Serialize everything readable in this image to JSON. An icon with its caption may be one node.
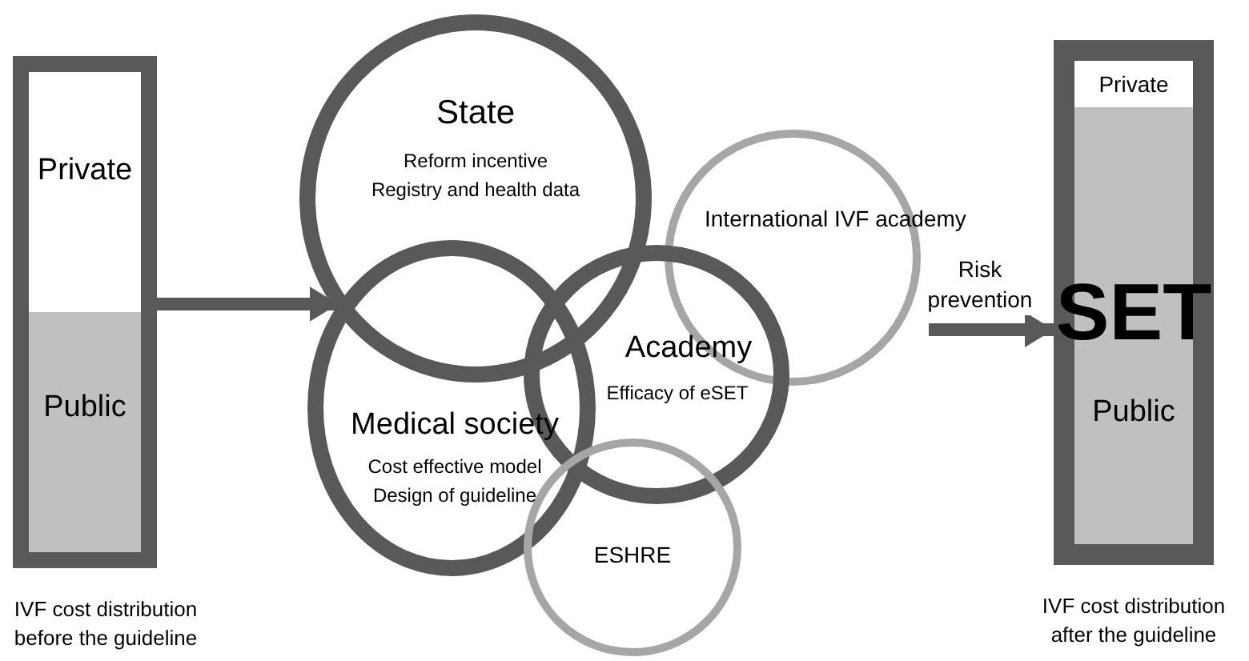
{
  "diagram": {
    "nodes": [
      {
        "text": [],
        "shape": "bar",
        "beside": [
          "IVF cost distribution before the guideline"
        ]
      },
      {
        "text": [
          "Private"
        ],
        "in": 0
      },
      {
        "text": [
          "Public"
        ],
        "in": 0
      },
      {
        "text": [
          "State",
          "Reform incentive",
          "Registry and health data"
        ]
      },
      {
        "text": [
          "International IVF academy"
        ]
      },
      {
        "text": [
          "Medical society",
          "Cost effective model",
          "Design of guideline"
        ]
      },
      {
        "text": [
          "Academy",
          "Efficacy of eSET"
        ]
      },
      {
        "text": [
          "ESHRE"
        ]
      },
      {
        "text": [],
        "shape": "bar",
        "beside": [
          "IVF cost distribution after the guideline"
        ]
      },
      {
        "text": [
          "Private"
        ],
        "in": 8
      },
      {
        "text": [
          "SET",
          "Public"
        ],
        "in": 8
      }
    ],
    "edges": [
      {
        "from": 0,
        "to": 5,
        "arrow": "to"
      },
      {
        "from": null,
        "to": 8,
        "arrow": "to",
        "label": "Risk prevention"
      }
    ]
  }
}
